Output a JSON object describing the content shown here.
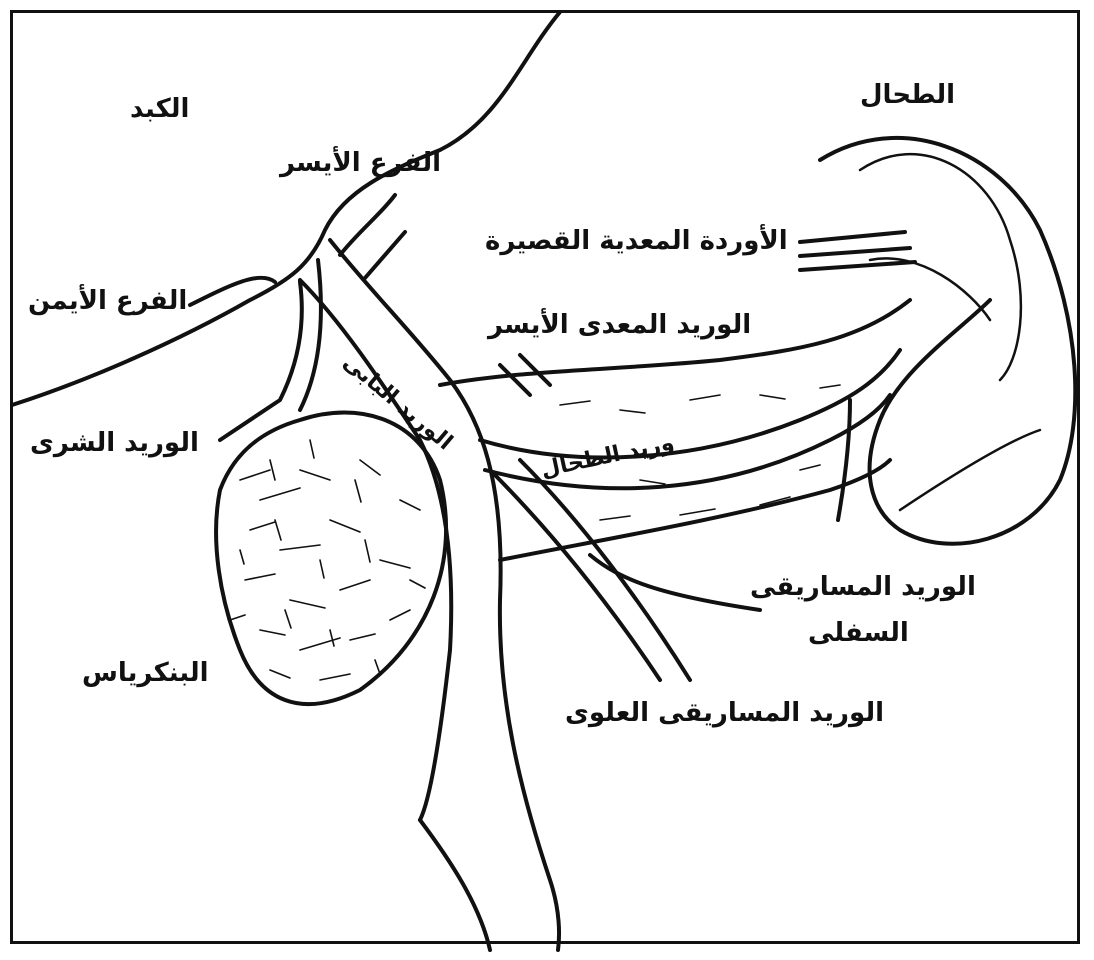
{
  "labels": {
    "liver": "الكبد",
    "spleen": "الطحال",
    "left_branch": "الفرع الأيسر",
    "short_gastric_veins": "الأوردة المعدية القصيرة",
    "right_branch": "الفرع الأيمن",
    "left_gastric_vein": "الوريد المعدى الأيسر",
    "cystic_vein": "الوريد الشرى",
    "portal_vein": "الوريد البابى",
    "splenic_vein": "وريد الطحال",
    "inferior_mesenteric_vein_line1": "الوريد المساريقى",
    "inferior_mesenteric_vein_line2": "السفلى",
    "superior_mesenteric_vein": "الوريد المساريقى العلوى",
    "pancreas": "البنكرياس"
  },
  "colors": {
    "ink": "#111111",
    "background": "#ffffff"
  }
}
